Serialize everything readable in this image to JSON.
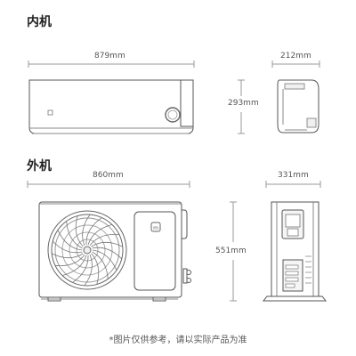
{
  "indoor": {
    "title": "内机",
    "width_label": "879mm",
    "depth_label": "212mm",
    "height_label": "293mm"
  },
  "outdoor": {
    "title": "外机",
    "width_label": "860mm",
    "depth_label": "331mm",
    "height_label": "551mm"
  },
  "footnote": "*图片仅供参考，请以实际产品为准",
  "colors": {
    "line": "#555555",
    "dim_line": "#999999",
    "fill_light": "#f4f4f4"
  }
}
